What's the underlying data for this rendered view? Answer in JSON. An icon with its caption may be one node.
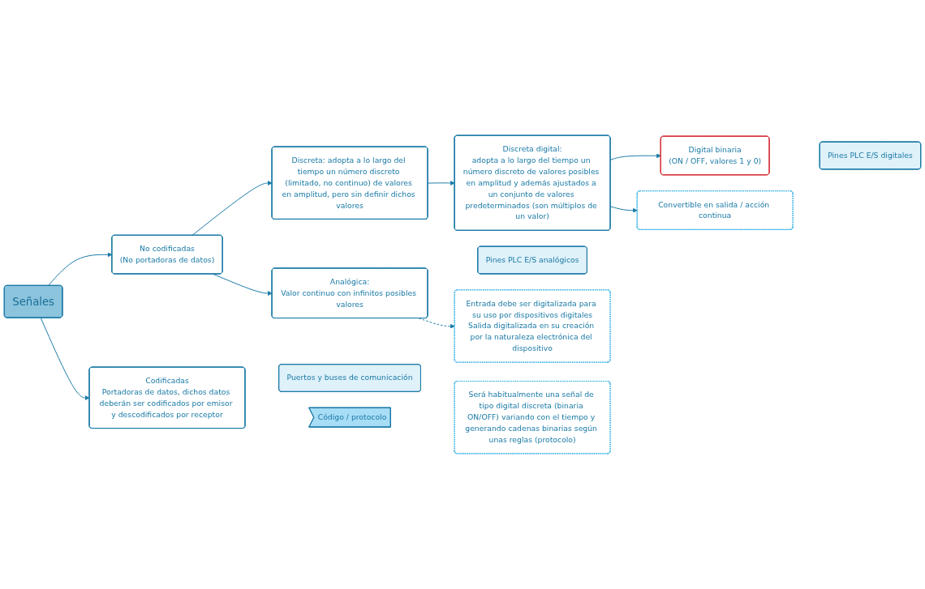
{
  "diagram": {
    "nodes": [
      {
        "text": [
          "Señales"
        ]
      },
      {
        "text": [
          "No codificadas",
          "(No portadoras de datos)"
        ]
      },
      {
        "text": [
          "Discreta: adopta a lo largo del tiempo un número discreto (limitado, no continuo) de valores en amplitud, pero sin definir dichos valores"
        ]
      },
      {
        "text": [
          "Discreta digital:",
          "adopta a lo largo del tiempo un número discreto de valores posibles en amplitud y además ajustados a un conjunto de valores predeterminados (son múltiplos de un valor)"
        ]
      },
      {
        "text": [
          "Digital binaria",
          "(ON / OFF, valores 1 y 0)"
        ]
      },
      {
        "text": [
          "Pines PLC E/S digitales"
        ]
      },
      {
        "text": [
          "Convertible en salida / acción continua"
        ]
      },
      {
        "text": [
          "Analógica:",
          "Valor continuo con infinitos posibles valores"
        ]
      },
      {
        "text": [
          "Pines PLC E/S analógicos"
        ]
      },
      {
        "text": [
          "Entrada debe ser digitalizada para su uso por dispositivos digitales",
          "Salida digitalizada en su creación por la naturaleza electrónica del dispositivo"
        ]
      },
      {
        "text": [
          "Codificadas",
          "Portadoras de datos, dichos datos deberán ser codificados por emisor y descodificados por receptor"
        ]
      },
      {
        "text": [
          "Puertos y buses de comunicación"
        ]
      },
      {
        "text": [
          "Código / protocolo"
        ]
      },
      {
        "text": [
          "Será habitualmente una señal de tipo digital discreta (binaria ON/OFF) variando con el tiempo y generando cadenas binarias según unas reglas (protocolo)"
        ]
      }
    ],
    "edges": [
      {
        "from": 0,
        "to": 1,
        "arrow": "to"
      },
      {
        "from": 0,
        "to": 10,
        "arrow": "to"
      },
      {
        "from": 1,
        "to": 2,
        "arrow": "to"
      },
      {
        "from": 1,
        "to": 7,
        "arrow": "to"
      },
      {
        "from": 2,
        "to": 3,
        "arrow": "to"
      },
      {
        "from": 3,
        "to": 4,
        "arrow": "to"
      },
      {
        "from": 3,
        "to": 6,
        "arrow": "to"
      },
      {
        "from": 7,
        "to": 9,
        "arrow": "to",
        "style": "dashed"
      }
    ]
  }
}
